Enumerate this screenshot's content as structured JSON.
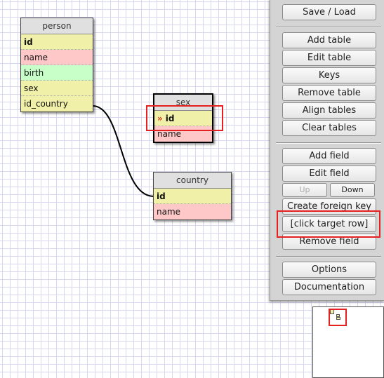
{
  "tables": {
    "person": {
      "title": "person",
      "rows": [
        {
          "label": "id",
          "kind": "pk"
        },
        {
          "label": "name",
          "kind": "red"
        },
        {
          "label": "birth",
          "kind": "green"
        },
        {
          "label": "sex",
          "kind": "yellow"
        },
        {
          "label": "id_country",
          "kind": "yellow"
        }
      ]
    },
    "sex": {
      "title": "sex",
      "rows": [
        {
          "label": "id",
          "kind": "pk",
          "marker": "»"
        },
        {
          "label": "name",
          "kind": "red"
        }
      ]
    },
    "country": {
      "title": "country",
      "rows": [
        {
          "label": "id",
          "kind": "pk"
        },
        {
          "label": "name",
          "kind": "red"
        }
      ]
    }
  },
  "toolbar": {
    "save_load": "Save / Load",
    "add_table": "Add table",
    "edit_table": "Edit table",
    "keys": "Keys",
    "remove_table": "Remove table",
    "align_tables": "Align tables",
    "clear_tables": "Clear tables",
    "add_field": "Add field",
    "edit_field": "Edit field",
    "up": "Up",
    "down": "Down",
    "create_foreign_key": "Create foreign key",
    "click_target_row": "[click target row]",
    "remove_field": "Remove field",
    "options": "Options",
    "documentation": "Documentation"
  },
  "colors": {
    "pk_row": "#f0f0a8",
    "red_row": "#ffc8c8",
    "green_row": "#c8ffc8",
    "highlight": "#e52020"
  }
}
